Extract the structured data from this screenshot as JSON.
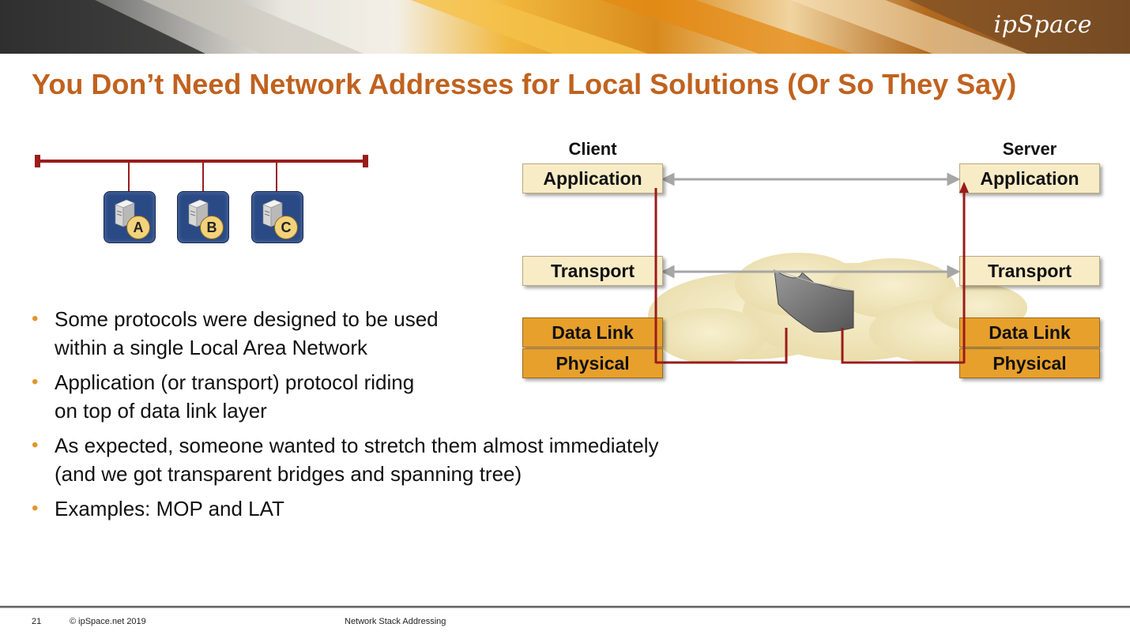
{
  "header": {
    "logo_text": "ipSpace",
    "title": "You Don’t Need Network Addresses for Local Solutions (Or So They Say)",
    "accent_color": "#c0621f"
  },
  "lan_diagram": {
    "hosts": [
      {
        "label": "A",
        "icon": "server-icon"
      },
      {
        "label": "B",
        "icon": "server-icon"
      },
      {
        "label": "C",
        "icon": "server-icon"
      }
    ]
  },
  "stack_diagram": {
    "client": {
      "heading": "Client",
      "application": "Application",
      "transport": "Transport",
      "data_link": "Data Link",
      "physical": "Physical"
    },
    "server": {
      "heading": "Server",
      "application": "Application",
      "transport": "Transport",
      "data_link": "Data Link",
      "physical": "Physical"
    },
    "path_color": "#9b1b1b",
    "peer_arrow_color": "#a6a6a6"
  },
  "bullets": [
    {
      "line1": "Some protocols were designed to be used",
      "line2": "within a single Local Area Network"
    },
    {
      "line1": "Application (or transport) protocol riding",
      "line2": "on top of data link layer"
    },
    {
      "line1": "As expected, someone wanted to stretch them almost immediately",
      "line2": "(and we got transparent bridges and spanning tree)"
    },
    {
      "line1": "Examples: MOP and LAT",
      "line2": ""
    }
  ],
  "footer": {
    "page_number": "21",
    "copyright": "© ipSpace.net 2019",
    "deck_title": "Network Stack Addressing"
  }
}
